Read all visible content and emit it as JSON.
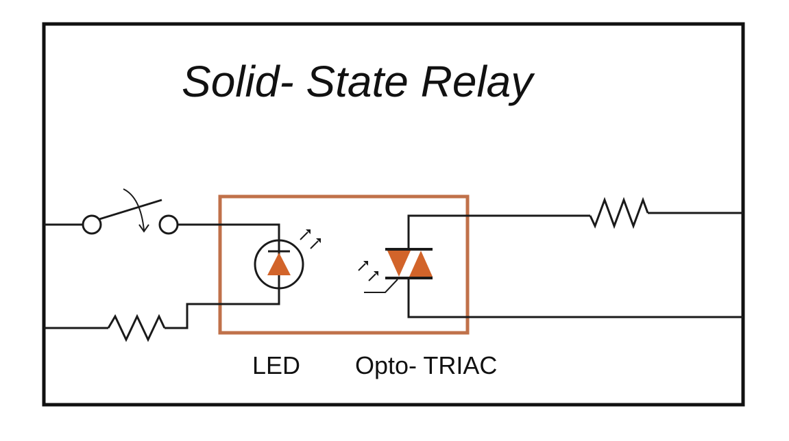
{
  "title": "Solid- State Relay",
  "labels": {
    "led": "LED",
    "opto_triac": "Opto- TRIAC"
  },
  "colors": {
    "accent": "#c0714a",
    "component_fill": "#d2642a",
    "wire": "#1a1a1a",
    "background": "#ffffff"
  }
}
